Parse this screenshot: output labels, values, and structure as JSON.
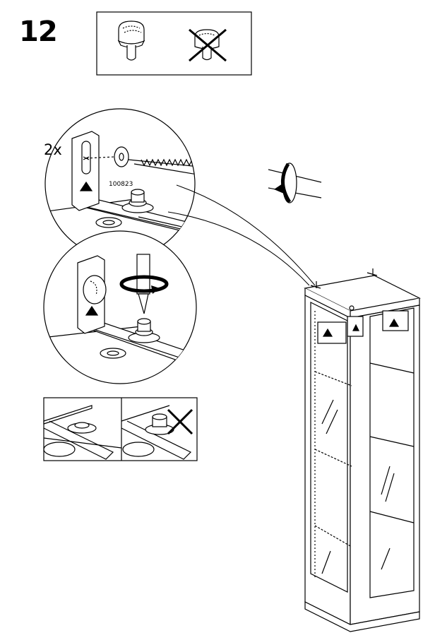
{
  "step": {
    "number": "12"
  },
  "detail": {
    "quantity": "2x",
    "part_number": "100823"
  },
  "icons": {
    "correct": "tightened-cam-lock-icon",
    "incorrect": "crossed-out-loose-cam-lock-icon",
    "rotate": "rotate-clockwise-arrow-icon",
    "wrong_mark": "x-mark-icon"
  },
  "colors": {
    "ink": "#000000",
    "paper": "#ffffff",
    "shade": "#e6e6e6"
  }
}
